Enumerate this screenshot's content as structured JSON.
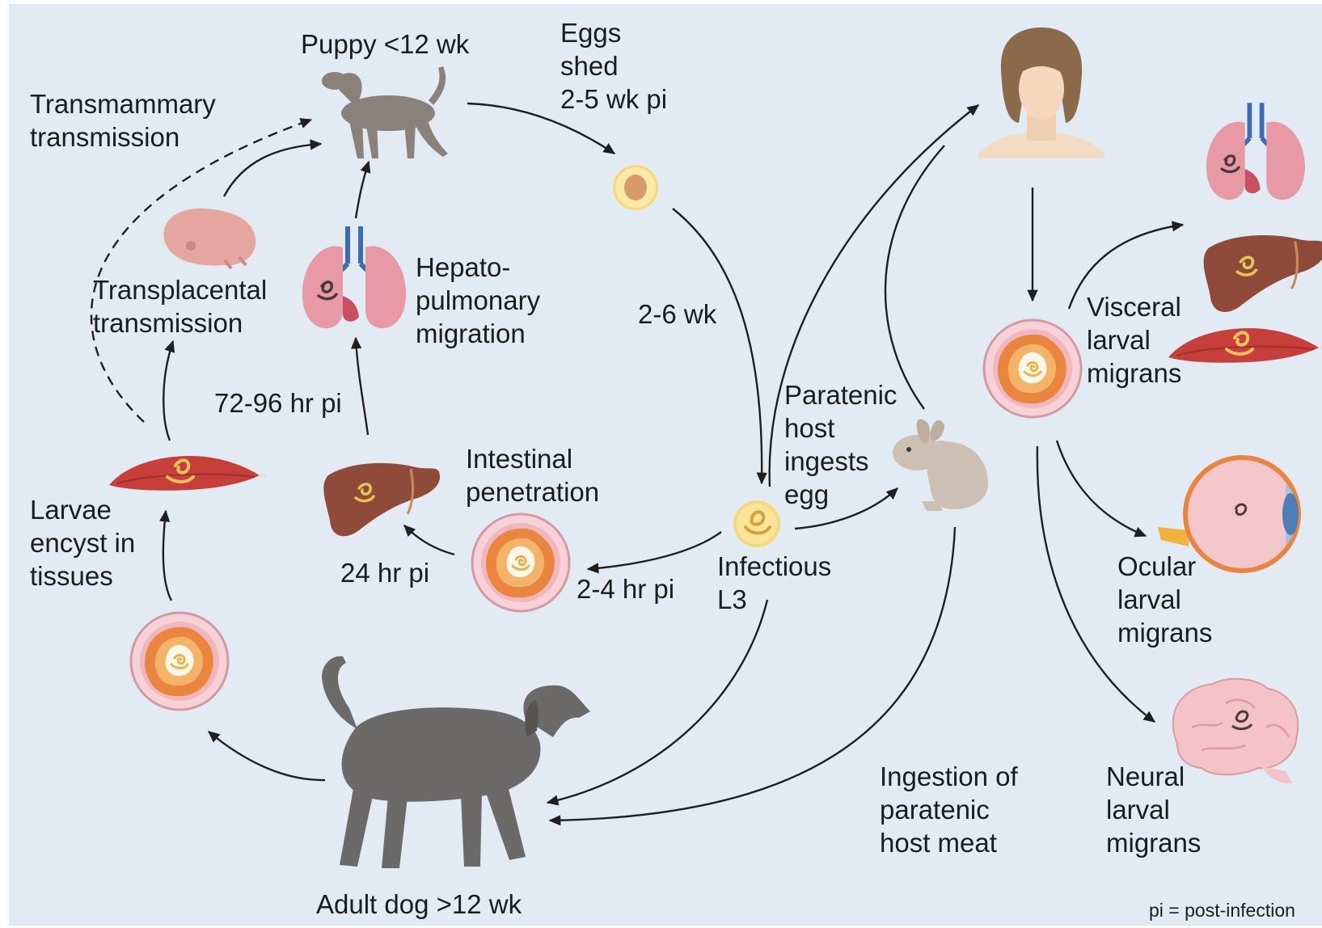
{
  "labels": {
    "puppy": "Puppy <12 wk",
    "eggs_shed": "Eggs\nshed\n2-5 wk pi",
    "transmammary": "Transmammary\ntransmission",
    "transplacental": "Transplacental\ntransmission",
    "hepatopulmonary": "Hepato-\npulmonary\nmigration",
    "two_six_wk": "2-6 wk",
    "seventy_two_hr": "72-96 hr pi",
    "paratenic_ingests": "Paratenic\nhost\ningests\negg",
    "intestinal_penetration": "Intestinal\npenetration",
    "larvae_encyst": "Larvae\nencyst in\ntissues",
    "twenty_four_hr": "24 hr pi",
    "two_four_hr": "2-4 hr pi",
    "infectious_l3": "Infectious\nL3",
    "visceral": "Visceral\nlarval\nmigrans",
    "ocular": "Ocular\nlarval\nmigrans",
    "neural": "Neural\nlarval\nmigrans",
    "ingestion_paratenic": "Ingestion of\nparatenic\nhost meat",
    "adult_dog": "Adult dog >12 wk",
    "footnote": "pi = post-infection"
  },
  "icons": {
    "puppy": "puppy-icon",
    "adult_dog": "adult-dog-icon",
    "egg": "egg-icon",
    "larva": "larva-egg-icon",
    "rabbit": "rabbit-icon",
    "human": "human-icon",
    "lungs": "lungs-icon",
    "liver": "liver-icon",
    "muscle": "muscle-icon",
    "intestine": "intestine-cross-section-icon",
    "fetus": "fetus-icon",
    "eye": "eye-icon",
    "brain": "brain-icon"
  },
  "colors": {
    "background": "#e2ebf4",
    "arrow": "#1f1f1f",
    "dog": "#6b6a69",
    "puppy": "#8a817b",
    "liver": "#8f4a3a",
    "muscle": "#c63f3a",
    "lung": "#e79aa6",
    "intestine_outer": "#f3c8cf",
    "intestine_orange": "#e9853e",
    "egg": "#f6d97a"
  }
}
